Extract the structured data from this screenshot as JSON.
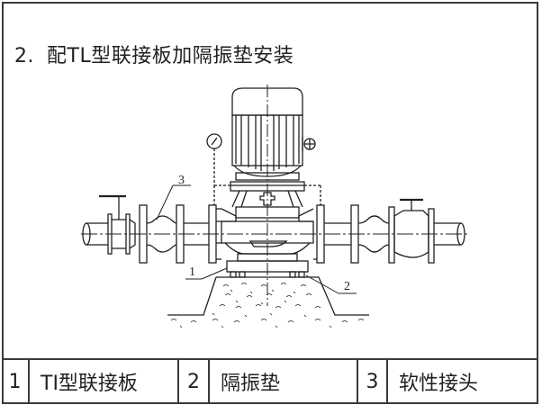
{
  "title": {
    "number": "2.",
    "text": "配TL型联接板加隔振垫安装"
  },
  "diagram": {
    "description": "Vertical inline pump with motor mounted on TL-type connection plate over vibration isolation pad on concrete foundation, flanked by flexible joints and valves",
    "callouts": [
      {
        "label": "1",
        "target": "TL-connection-plate"
      },
      {
        "label": "2",
        "target": "vibration-isolation-pad"
      },
      {
        "label": "3",
        "target": "flexible-joint"
      }
    ]
  },
  "legend": {
    "items": [
      {
        "number": "1",
        "label": "TI型联接板"
      },
      {
        "number": "2",
        "label": "隔振垫"
      },
      {
        "number": "3",
        "label": "软性接头"
      }
    ]
  },
  "colors": {
    "line": "#231f20",
    "border": "#3a3a3a",
    "background": "#ffffff"
  }
}
